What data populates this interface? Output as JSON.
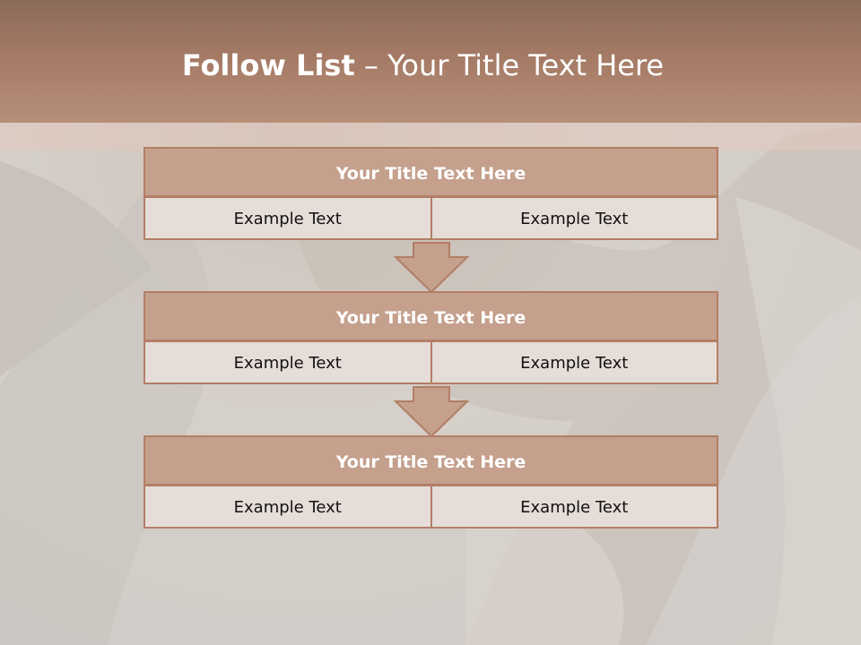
{
  "slide": {
    "title_bold": "Follow List",
    "title_sep": " – ",
    "title_rest": "Your Title Text Here"
  },
  "blocks": [
    {
      "title": "Your Title Text Here",
      "left": "Example Text",
      "right": "Example Text"
    },
    {
      "title": "Your Title Text Here",
      "left": "Example Text",
      "right": "Example Text"
    },
    {
      "title": "Your Title Text Here",
      "left": "Example Text",
      "right": "Example Text"
    }
  ],
  "colors": {
    "header": "#a47a65",
    "block_title_fill": "#c4a08d",
    "block_border": "#b27e66",
    "cell_fill": "#e6dcd8",
    "arrow_fill": "#c4a08d"
  },
  "icons": [
    "down-arrow-icon"
  ]
}
